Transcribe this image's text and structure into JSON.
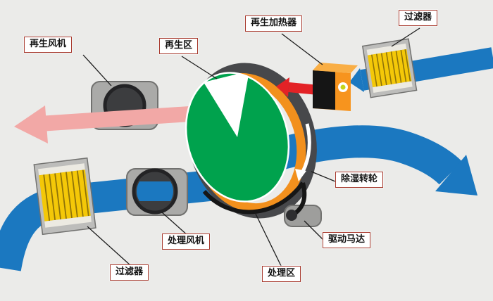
{
  "colors": {
    "bg": "#ebebe9",
    "flow_blue": "#1b78c0",
    "regen_pink": "#f2a8a6",
    "heat_red": "#e32226",
    "wheel_green": "#00a24d",
    "wheel_orange": "#f2901d",
    "heater_orange": "#f7941e",
    "heater_top": "#f9ae45",
    "heater_face": "#151515",
    "indicator_ring": "#ffffff",
    "indicator_core": "#c5d418",
    "filter_yellow": "#f4c808",
    "pleat_line": "#8f7308",
    "filter_frame": "#bdbdbb",
    "filter_strip": "#eceae2",
    "metal_light": "#aaaaa8",
    "metal_edge": "#71716f",
    "fan_hole": "#3c3d3f",
    "fan_ring": "#232325",
    "band_dark": "#47484b",
    "belt_black": "#161616",
    "motor_gray": "#9e9e9c",
    "pulley_dark": "#2e2e30",
    "label_bg": "#ffffff",
    "label_border": "#a83a2e",
    "label_text": "#141414",
    "leader": "#1c1c1c",
    "white": "#ffffff"
  },
  "diagram": {
    "labels": {
      "regen_fan": "再生风机",
      "regen_zone": "再生区",
      "regen_heater": "再生加热器",
      "filter_top": "过滤器",
      "wheel": "除湿转轮",
      "motor": "驱动马达",
      "process_zone": "处理区",
      "process_fan": "处理风机",
      "filter_bottom": "过滤器"
    }
  }
}
